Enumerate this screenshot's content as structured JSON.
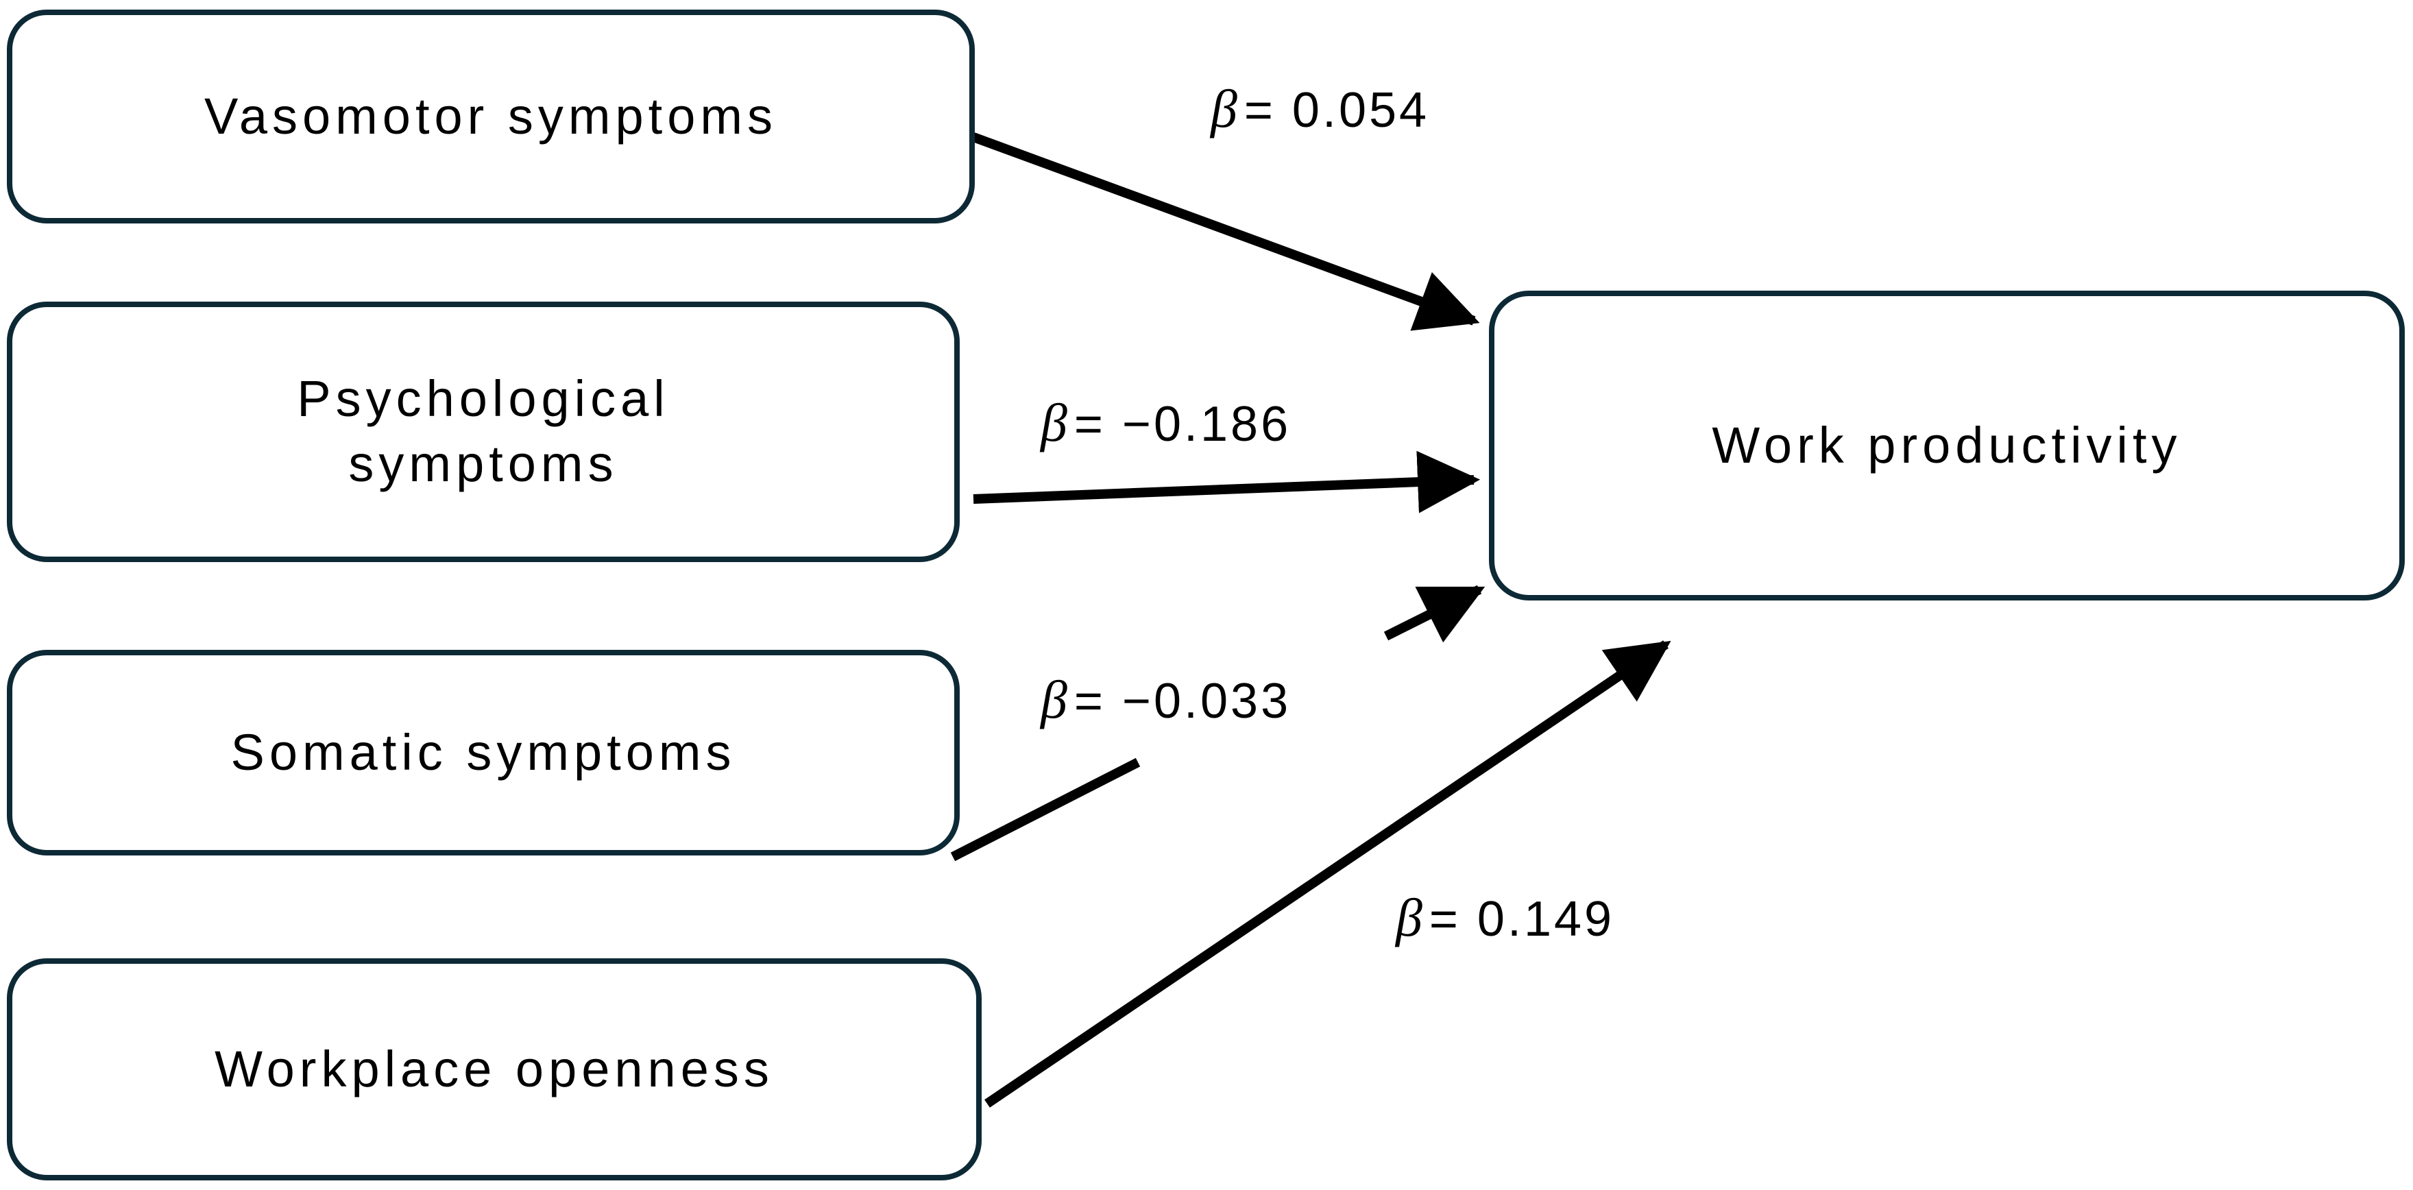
{
  "diagram": {
    "type": "path-model",
    "title": "",
    "background_color": "#ffffff",
    "node_border_color": "#0d2936",
    "edge_color": "#000000",
    "nodes": [
      {
        "id": "vasomotor",
        "label": "Vasomotor symptoms",
        "role": "predictor"
      },
      {
        "id": "psychological",
        "label": "Psychological\nsymptoms",
        "role": "predictor"
      },
      {
        "id": "somatic",
        "label": "Somatic symptoms",
        "role": "predictor"
      },
      {
        "id": "workplace",
        "label": "Workplace openness",
        "role": "predictor"
      },
      {
        "id": "outcome",
        "label": "Work productivity",
        "role": "outcome"
      }
    ],
    "edges": [
      {
        "id": "e1",
        "from": "vasomotor",
        "to": "outcome",
        "symbol": "β",
        "equals": "=",
        "value": "0.054",
        "label": "β = 0.054",
        "sign": "positive"
      },
      {
        "id": "e2",
        "from": "psychological",
        "to": "outcome",
        "symbol": "β",
        "equals": "=",
        "value": "−0.186",
        "label": "β = −0.186",
        "sign": "negative"
      },
      {
        "id": "e3",
        "from": "somatic",
        "to": "outcome",
        "symbol": "β",
        "equals": "=",
        "value": "−0.033",
        "label": "β = −0.033",
        "sign": "negative"
      },
      {
        "id": "e4",
        "from": "workplace",
        "to": "outcome",
        "symbol": "β",
        "equals": "=",
        "value": "0.149",
        "label": "β = 0.149",
        "sign": "positive"
      }
    ]
  }
}
